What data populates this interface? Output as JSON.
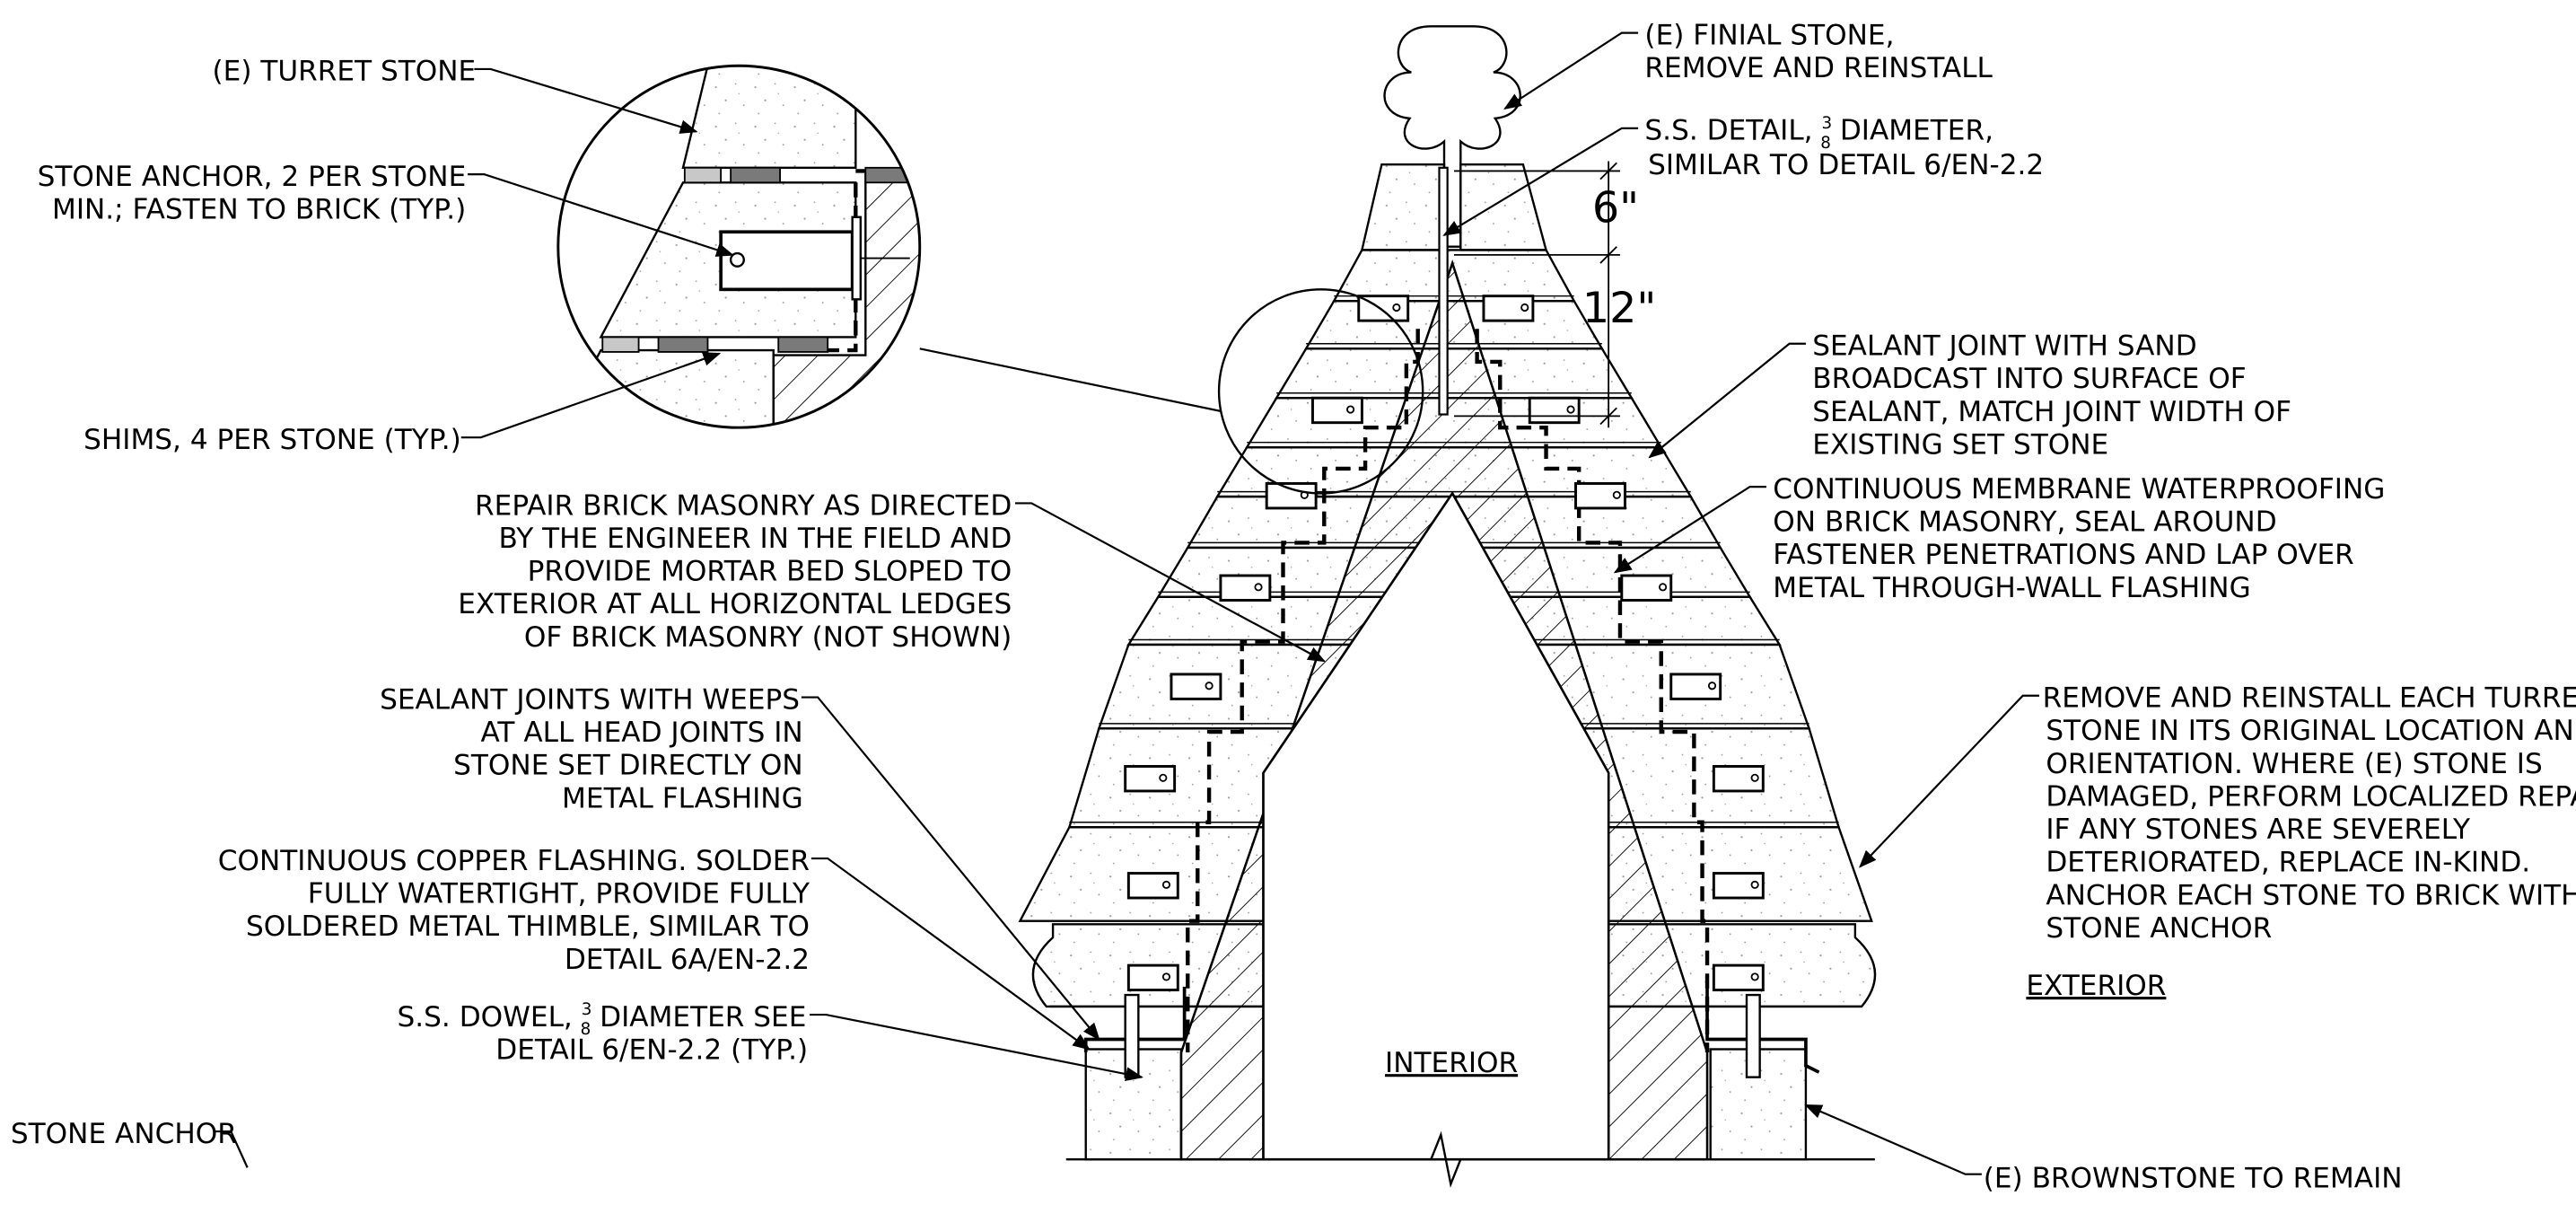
{
  "notes": {
    "turret_stone": "(E) TURRET STONE",
    "stone_anchor_1": "STONE ANCHOR, 2 PER STONE",
    "stone_anchor_2": "MIN.; FASTEN TO BRICK (TYP.)",
    "shims": "SHIMS, 4 PER STONE (TYP.)",
    "repair_1": "REPAIR BRICK MASONRY AS DIRECTED",
    "repair_2": "BY THE ENGINEER IN THE FIELD AND",
    "repair_3": "PROVIDE MORTAR BED SLOPED TO",
    "repair_4": "EXTERIOR AT ALL HORIZONTAL LEDGES",
    "repair_5": "OF BRICK MASONRY (NOT SHOWN)",
    "weeps_1": "SEALANT JOINTS WITH WEEPS",
    "weeps_2": "AT ALL HEAD JOINTS IN",
    "weeps_3": "STONE SET DIRECTLY ON",
    "weeps_4": "METAL FLASHING",
    "copper_1": "CONTINUOUS COPPER FLASHING. SOLDER",
    "copper_2": "FULLY WATERTIGHT, PROVIDE FULLY",
    "copper_3": "SOLDERED METAL THIMBLE, SIMILAR TO",
    "copper_4": "DETAIL 6A/EN-2.2",
    "dowel_1a": "S.S. DOWEL, ",
    "dowel_1b": " DIAMETER SEE",
    "dowel_2": "DETAIL 6/EN-2.2 (TYP.)",
    "stone_anchor_title": "STONE ANCHOR",
    "finial_1": "(E) FINIAL STONE,",
    "finial_2": "REMOVE AND REINSTALL",
    "ss_detail_1a": "S.S. DETAIL, ",
    "ss_detail_1b": " DIAMETER,",
    "ss_detail_2": "SIMILAR TO DETAIL 6/EN-2.2",
    "dim_6": "6\"",
    "dim_12": "12\"",
    "sealant_1": "SEALANT JOINT WITH SAND",
    "sealant_2": "BROADCAST INTO SURFACE OF",
    "sealant_3": "SEALANT, MATCH JOINT WIDTH OF",
    "sealant_4": "EXISTING SET STONE",
    "membrane_1": "CONTINUOUS MEMBRANE WATERPROOFING",
    "membrane_2": "ON BRICK MASONRY, SEAL AROUND",
    "membrane_3": "FASTENER PENETRATIONS AND LAP OVER",
    "membrane_4": "METAL THROUGH-WALL FLASHING",
    "reinstall_1": "REMOVE AND REINSTALL EACH TURRET",
    "reinstall_2": "STONE IN ITS ORIGINAL LOCATION AND",
    "reinstall_3": "ORIENTATION. WHERE (E) STONE IS",
    "reinstall_4": "DAMAGED, PERFORM LOCALIZED REPAIR.",
    "reinstall_5": "IF ANY STONES ARE SEVERELY",
    "reinstall_6": "DETERIORATED, REPLACE IN-KIND.",
    "reinstall_7": "ANCHOR EACH STONE TO BRICK WITH",
    "reinstall_8": "STONE ANCHOR",
    "exterior": "EXTERIOR",
    "interior": "INTERIOR",
    "brownstone": "(E) BROWNSTONE TO REMAIN",
    "fraction_num": "3",
    "fraction_den": "8"
  },
  "colors": {
    "line": "#000000",
    "stone_fill": "#ffffff",
    "stipple": "#9a9a9a"
  }
}
